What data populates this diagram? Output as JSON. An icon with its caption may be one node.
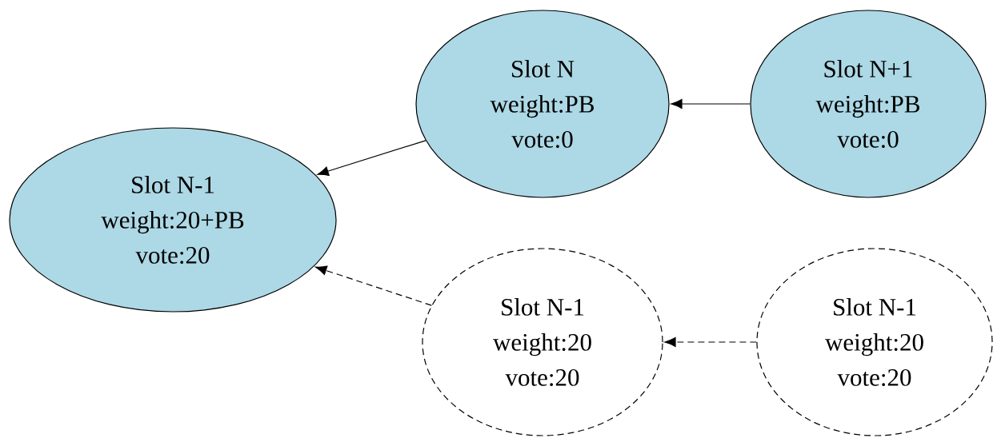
{
  "diagram": {
    "nodes": [
      {
        "text": [
          "Slot N",
          "weight:PB",
          "vote:0"
        ]
      },
      {
        "text": [
          "Slot N+1",
          "weight:PB",
          "vote:0"
        ]
      },
      {
        "text": [
          "Slot N-1",
          "weight:20+PB",
          "vote:20"
        ]
      },
      {
        "text": [
          "Slot N-1",
          "weight:20",
          "vote:20"
        ]
      },
      {
        "text": [
          "Slot N-1",
          "weight:20",
          "vote:20"
        ]
      }
    ],
    "edges": [
      {
        "from": 1,
        "to": 0,
        "arrow": "to"
      },
      {
        "from": 0,
        "to": 2,
        "arrow": "to"
      },
      {
        "from": 3,
        "to": 2,
        "arrow": "to",
        "style": "dashed"
      },
      {
        "from": 4,
        "to": 3,
        "arrow": "to",
        "style": "dashed"
      }
    ]
  }
}
